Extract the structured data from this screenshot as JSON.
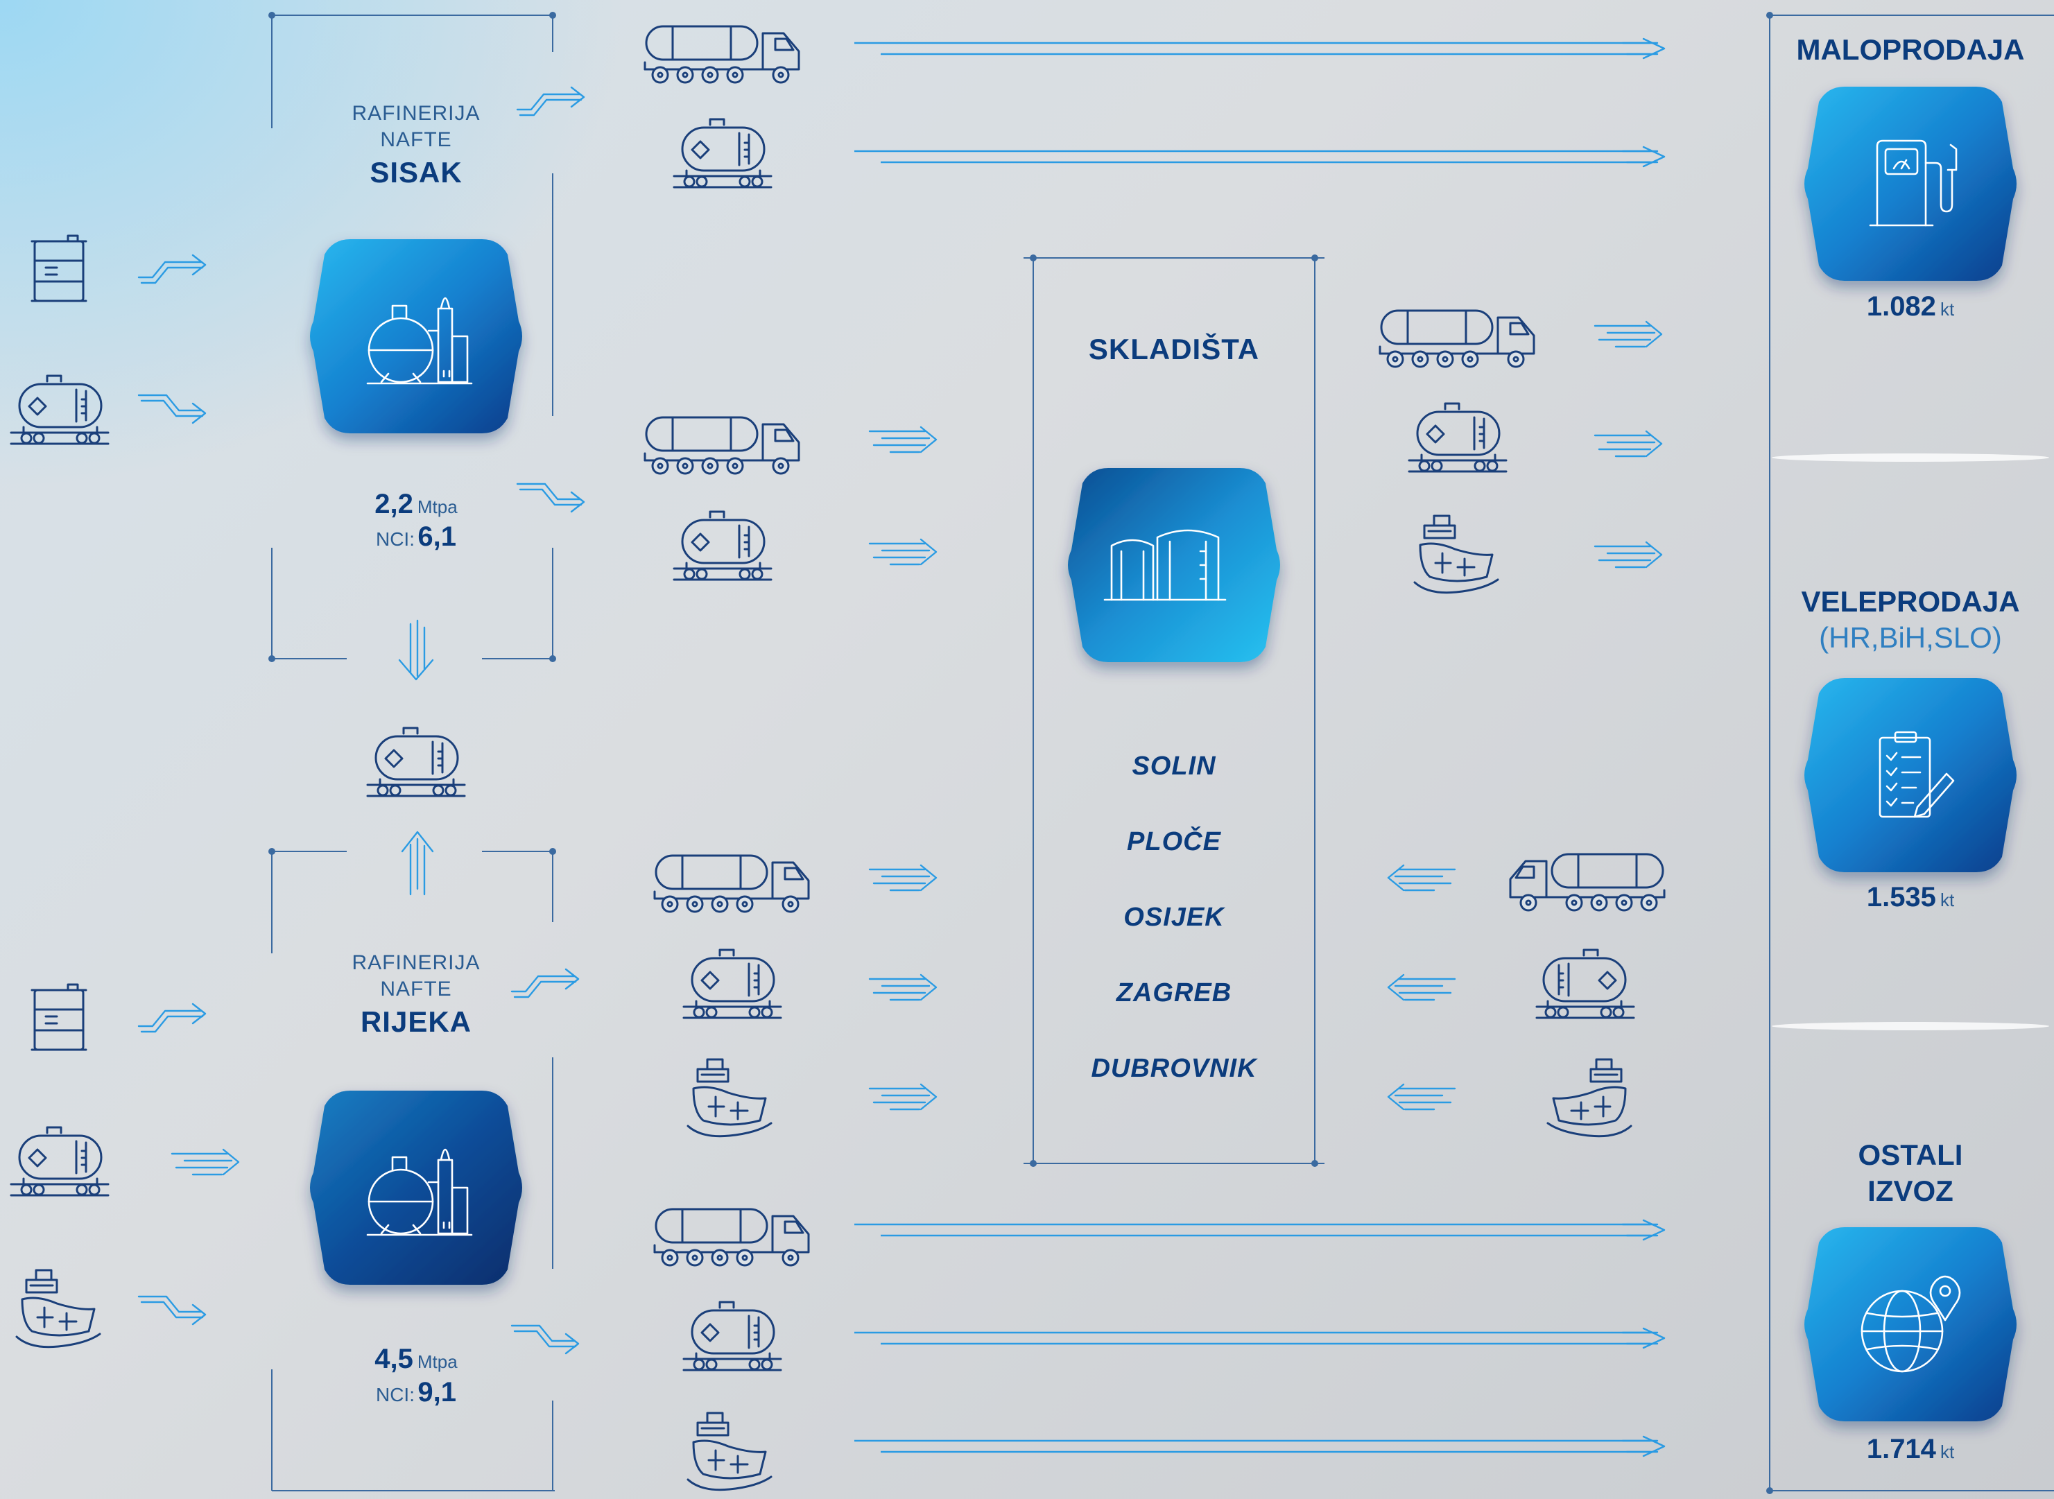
{
  "refineries": [
    {
      "label_line1": "RAFINERIJA",
      "label_line2": "NAFTE",
      "name": "SISAK",
      "capacity_value": "2,2",
      "capacity_unit": "Mtpa",
      "nci_label": "NCI:",
      "nci_value": "6,1",
      "icon": "refinery-icon"
    },
    {
      "label_line1": "RAFINERIJA",
      "label_line2": "NAFTE",
      "name": "RIJEKA",
      "capacity_value": "4,5",
      "capacity_unit": "Mtpa",
      "nci_label": "NCI:",
      "nci_value": "9,1",
      "icon": "refinery-icon"
    }
  ],
  "storage": {
    "title": "SKLADIŠTA",
    "icon": "storage-tanks-icon",
    "locations": [
      "SOLIN",
      "PLOČE",
      "OSIJEK",
      "ZAGREB",
      "DUBROVNIK"
    ]
  },
  "outputs": [
    {
      "title": "MALOPRODAJA",
      "subtitle": "",
      "value": "1.082",
      "unit": "kt",
      "icon": "fuel-pump-icon"
    },
    {
      "title": "VELEPRODAJA",
      "subtitle": "(HR,BiH,SLO)",
      "value": "1.535",
      "unit": "kt",
      "icon": "clipboard-pen-icon"
    },
    {
      "title_line1": "OSTALI",
      "title_line2": "IZVOZ",
      "value": "1.714",
      "unit": "kt",
      "icon": "globe-pin-icon"
    }
  ],
  "colors": {
    "dark_navy": "#0b3c7d",
    "accent_blue": "#1aa3e8",
    "arrow_blue": "#2a9be3",
    "frame_line": "#3b6aa0"
  }
}
